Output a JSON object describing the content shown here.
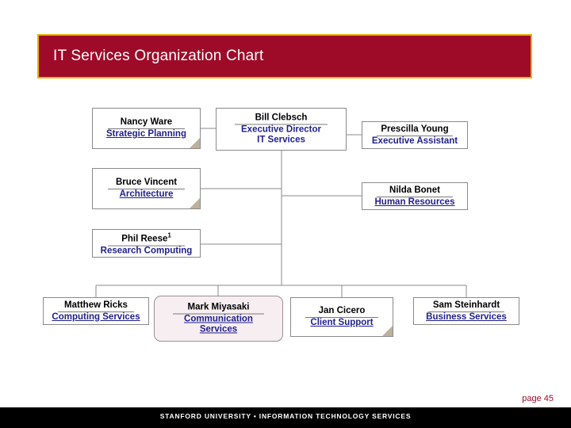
{
  "slide": {
    "title": "IT Services Organization Chart",
    "page_label": "page 45",
    "footer": "STANFORD UNIVERSITY • INFORMATION TECHNOLOGY SERVICES",
    "colors": {
      "banner_background": "#9e0b28",
      "banner_border": "#e8b10b",
      "title_text": "#ffffff",
      "node_name_text": "#000000",
      "node_role_text": "#1f1f8f",
      "page_number_text": "#9e0b28",
      "footer_background": "#000000",
      "footer_text": "#ffffff",
      "highlight_node_background": "#f6eef0",
      "fold_triangle": "#bdb19c"
    }
  },
  "chart": {
    "nodes": [
      {
        "id": "nancy-ware",
        "name": "Nancy Ware",
        "role": "Strategic Planning",
        "role_underlined": true,
        "footnote": "",
        "highlight": false,
        "fold": true
      },
      {
        "id": "bill-clebsch",
        "name": "Bill Clebsch",
        "role": "Executive Director",
        "role2": "IT Services",
        "role_underlined": false,
        "footnote": "",
        "highlight": false,
        "fold": false
      },
      {
        "id": "prescilla-young",
        "name": "Prescilla Young",
        "role": "Executive Assistant",
        "role_underlined": false,
        "footnote": "",
        "highlight": false,
        "fold": false
      },
      {
        "id": "bruce-vincent",
        "name": "Bruce Vincent",
        "role": "Architecture",
        "role_underlined": true,
        "footnote": "",
        "highlight": false,
        "fold": true
      },
      {
        "id": "nilda-bonet",
        "name": "Nilda Bonet",
        "role": "Human Resources",
        "role_underlined": true,
        "footnote": "",
        "highlight": false,
        "fold": false
      },
      {
        "id": "phil-reese",
        "name": "Phil Reese",
        "role": "Research Computing",
        "role_underlined": false,
        "footnote": "1",
        "highlight": false,
        "fold": false
      },
      {
        "id": "matthew-ricks",
        "name": "Matthew Ricks",
        "role": "Computing Services",
        "role_underlined": true,
        "footnote": "",
        "highlight": false,
        "fold": false
      },
      {
        "id": "mark-miyasaki",
        "name": "Mark Miyasaki",
        "role": "Communication",
        "role2": "Services",
        "role_underlined": true,
        "footnote": "",
        "highlight": true,
        "fold": false
      },
      {
        "id": "jan-cicero",
        "name": "Jan Cicero",
        "role": "Client Support",
        "role_underlined": true,
        "footnote": "",
        "highlight": false,
        "fold": true
      },
      {
        "id": "sam-steinhardt",
        "name": "Sam Steinhardt",
        "role": "Business Services",
        "role_underlined": true,
        "footnote": "",
        "highlight": false,
        "fold": false
      }
    ]
  }
}
